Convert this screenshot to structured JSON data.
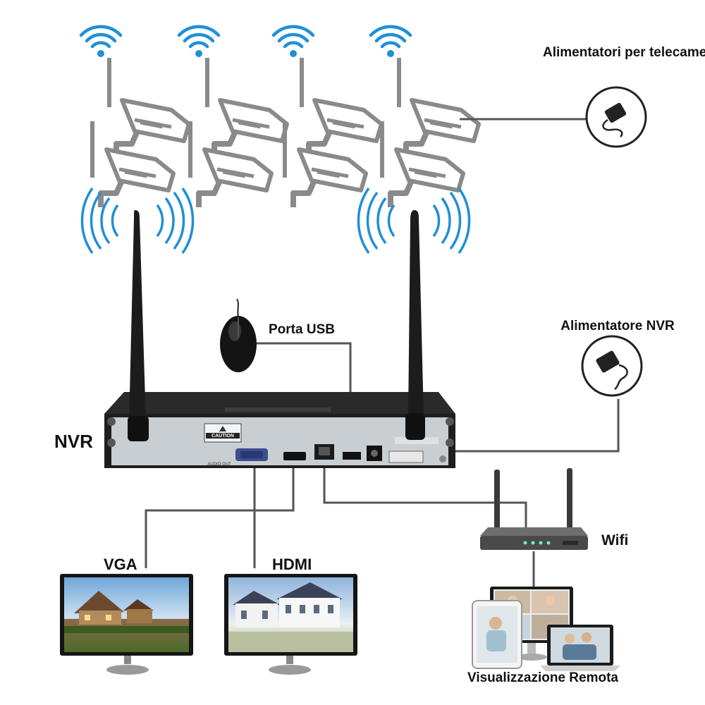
{
  "labels": {
    "camera_power": "Alimentatori per telecamere",
    "usb_port": "Porta USB",
    "nvr_power": "Alimentatore NVR",
    "nvr": "NVR",
    "wifi": "Wifi",
    "vga": "VGA",
    "hdmi": "HDMI",
    "remote_view": "Visualizzazione Remota"
  },
  "nvr_panel": {
    "caution": "CAUTION",
    "audio_out": "AUDIO OUT"
  },
  "colors": {
    "wifi_blue": "#1f8fd8",
    "camera_gray": "#8a8a8a",
    "cable": "#555555",
    "nvr_body": "#222222",
    "nvr_panel": "#c9ced2"
  },
  "icons": [
    "wifi-signal-icon",
    "security-camera-icon",
    "power-adapter-icon",
    "mouse-icon",
    "antenna-icon",
    "router-icon",
    "monitor-icon",
    "tablet-icon",
    "laptop-icon"
  ]
}
